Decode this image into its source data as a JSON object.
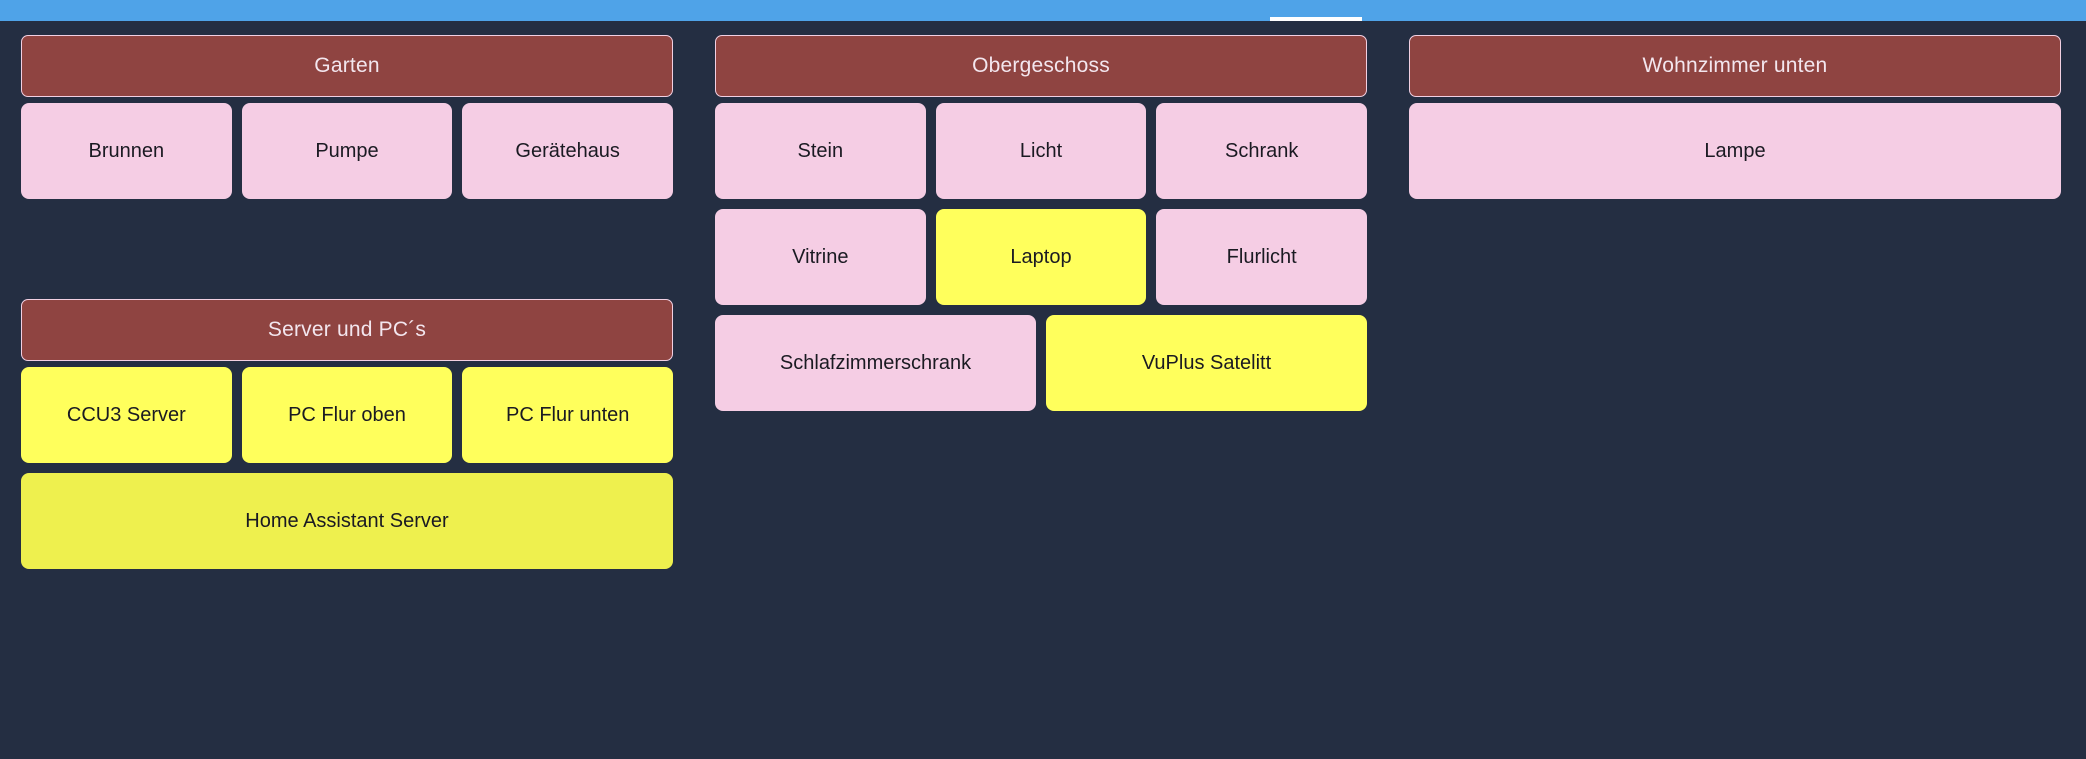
{
  "appbar": {
    "color": "#4fa3e8",
    "tab_indicator_color": "#ffffff"
  },
  "theme": {
    "background": "#242e42",
    "header_bg": "#8f4441",
    "header_border": "#f2d0e2",
    "header_text": "#f3e6ee",
    "card_pink": "#f5cde4",
    "card_yellow": "#ffff5c",
    "card_olive": "#eef04e",
    "card_text": "#1a1a22"
  },
  "columns": [
    {
      "groups": [
        {
          "header": "Garten",
          "rows": [
            [
              {
                "label": "Brunnen",
                "state": "pink"
              },
              {
                "label": "Pumpe",
                "state": "pink"
              },
              {
                "label": "Gerätehaus",
                "state": "pink"
              }
            ]
          ]
        },
        {
          "header": "Server und PC´s",
          "rows": [
            [
              {
                "label": "CCU3 Server",
                "state": "yellow"
              },
              {
                "label": "PC Flur oben",
                "state": "yellow"
              },
              {
                "label": "PC Flur unten",
                "state": "yellow"
              }
            ],
            [
              {
                "label": "Home Assistant Server",
                "state": "olive",
                "wide": true
              }
            ]
          ]
        }
      ]
    },
    {
      "groups": [
        {
          "header": "Obergeschoss",
          "rows": [
            [
              {
                "label": "Stein",
                "state": "pink"
              },
              {
                "label": "Licht",
                "state": "pink"
              },
              {
                "label": "Schrank",
                "state": "pink"
              }
            ],
            [
              {
                "label": "Vitrine",
                "state": "pink"
              },
              {
                "label": "Laptop",
                "state": "yellow"
              },
              {
                "label": "Flurlicht",
                "state": "pink"
              }
            ],
            [
              {
                "label": "Schlafzimmerschrank",
                "state": "pink"
              },
              {
                "label": "VuPlus Satelitt",
                "state": "yellow"
              }
            ]
          ]
        }
      ]
    },
    {
      "groups": [
        {
          "header": "Wohnzimmer unten",
          "rows": [
            [
              {
                "label": "Lampe",
                "state": "pink",
                "wide": true
              }
            ]
          ]
        }
      ]
    }
  ]
}
